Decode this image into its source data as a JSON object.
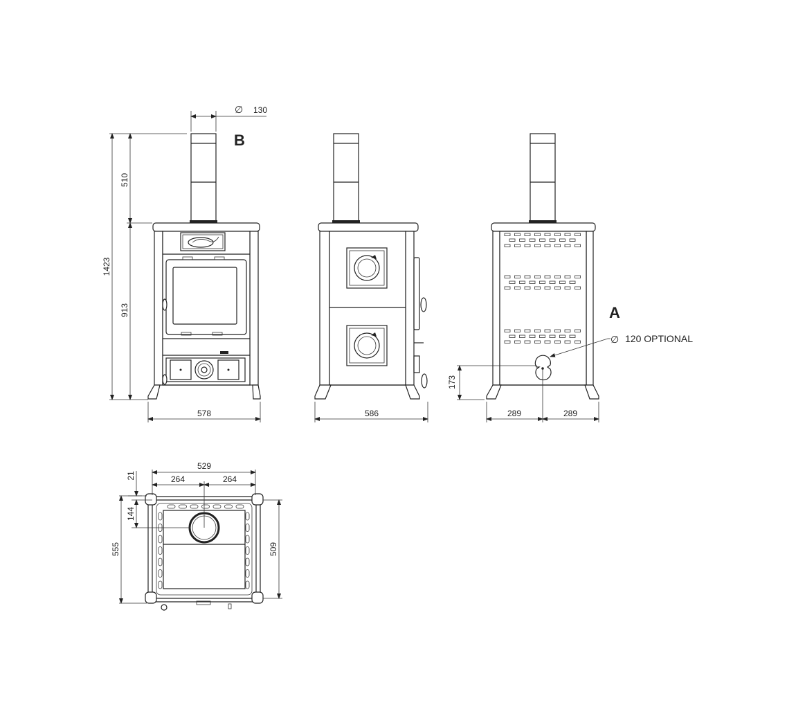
{
  "drawing": {
    "labels": {
      "section_b": "B",
      "section_a": "A",
      "diameter_symbol": "∅",
      "flue_diameter": "130",
      "optional_outlet": "120 OPTIONAL"
    },
    "front_view": {
      "total_height": "1423",
      "flue_height": "510",
      "body_height": "913",
      "width": "578"
    },
    "side_view": {
      "depth": "586"
    },
    "rear_view": {
      "outlet_height": "173",
      "left_offset": "289",
      "right_offset": "289"
    },
    "top_view": {
      "overall_width": "529",
      "half_left": "264",
      "half_right": "264",
      "top_offset": "21",
      "flue_offset": "144",
      "overall_depth": "555",
      "body_depth": "509"
    }
  }
}
